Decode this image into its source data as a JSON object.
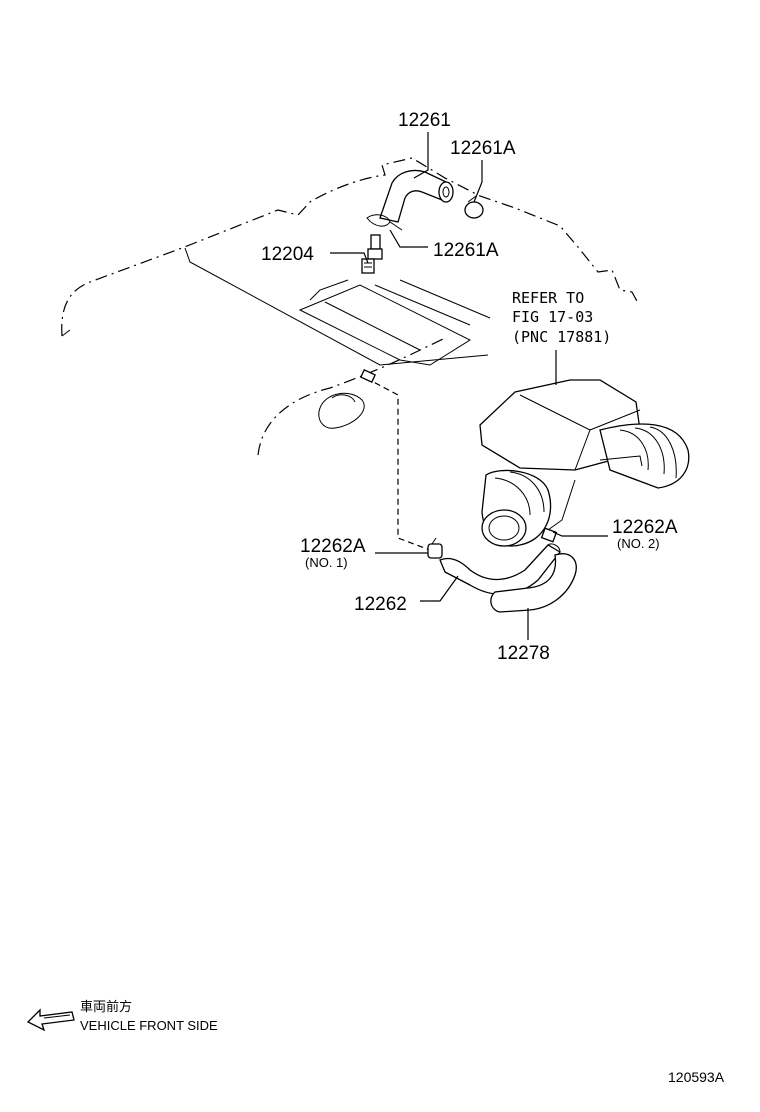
{
  "callouts": {
    "p12261": "12261",
    "p12261a_top": "12261A",
    "p12204": "12204",
    "p12261a_mid": "12261A",
    "refer_1": "REFER TO",
    "refer_2": "FIG 17-03",
    "refer_3": "(PNC 17881)",
    "p12262a_left": "12262A",
    "p12262a_left_sub": "(NO. 1)",
    "p12262a_right": "12262A",
    "p12262a_right_sub": "(NO. 2)",
    "p12262": "12262",
    "p12278": "12278"
  },
  "legend": {
    "jp": "車両前方",
    "en": "VEHICLE FRONT SIDE"
  },
  "figure_id": "120593A"
}
